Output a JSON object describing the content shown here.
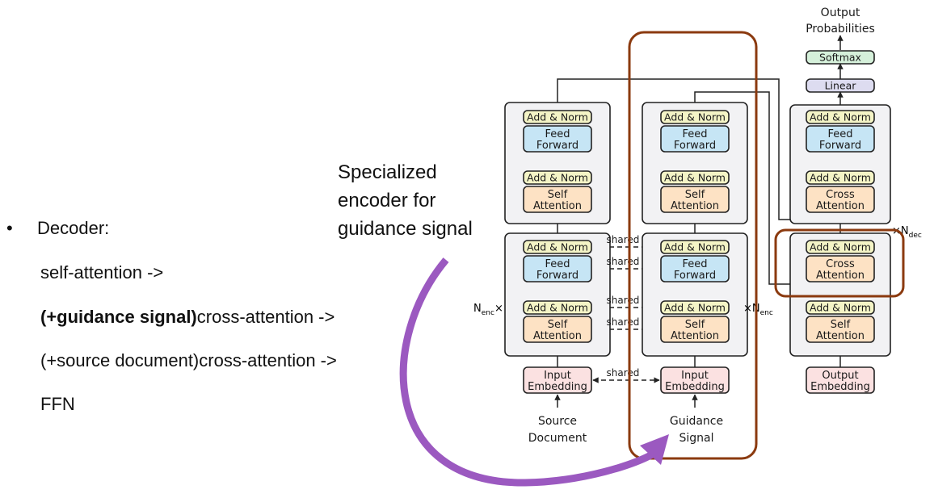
{
  "slide": {
    "bullet": "•",
    "decoder_heading": "Decoder:",
    "lines": [
      {
        "bold": "",
        "text": "self-attention ->"
      },
      {
        "bold": "(+guidance signal)",
        "text": "cross-attention ->"
      },
      {
        "bold": "",
        "text": "(+source document)cross-attention ->"
      },
      {
        "bold": "",
        "text": "FFN"
      }
    ],
    "annotation": [
      "Specialized",
      "encoder for",
      "guidance signal"
    ]
  },
  "diagram": {
    "colors": {
      "add_norm": "#f4f4c6",
      "feed_forward": "#c6e5f5",
      "attention": "#fde2c4",
      "embedding": "#fbe1e1",
      "softmax": "#d5f0da",
      "linear": "#dddcf0",
      "block_bg": "#f2f2f4",
      "highlight": "#8b3a0f",
      "arrow": "#9b59c0",
      "dashed_blue": "#2c3de0"
    },
    "labels": {
      "add_norm": "Add & Norm",
      "feed": "Feed",
      "forward": "Forward",
      "self": "Self",
      "cross": "Cross",
      "attention": "Attention",
      "input": "Input",
      "output": "Output",
      "embedding": "Embedding",
      "shared": "shared",
      "softmax": "Softmax",
      "linear": "Linear",
      "output_probabilities": [
        "Output",
        "Probabilities"
      ],
      "source_document": [
        "Source",
        "Document"
      ],
      "guidance_signal": [
        "Guidance",
        "Signal"
      ],
      "n_enc_left": {
        "n": "N",
        "sub": "enc",
        "x": "×"
      },
      "n_enc_right": {
        "x": "×",
        "n": "N",
        "sub": "enc"
      },
      "n_dec": {
        "x": "×",
        "n": "N",
        "sub": "dec"
      }
    }
  }
}
